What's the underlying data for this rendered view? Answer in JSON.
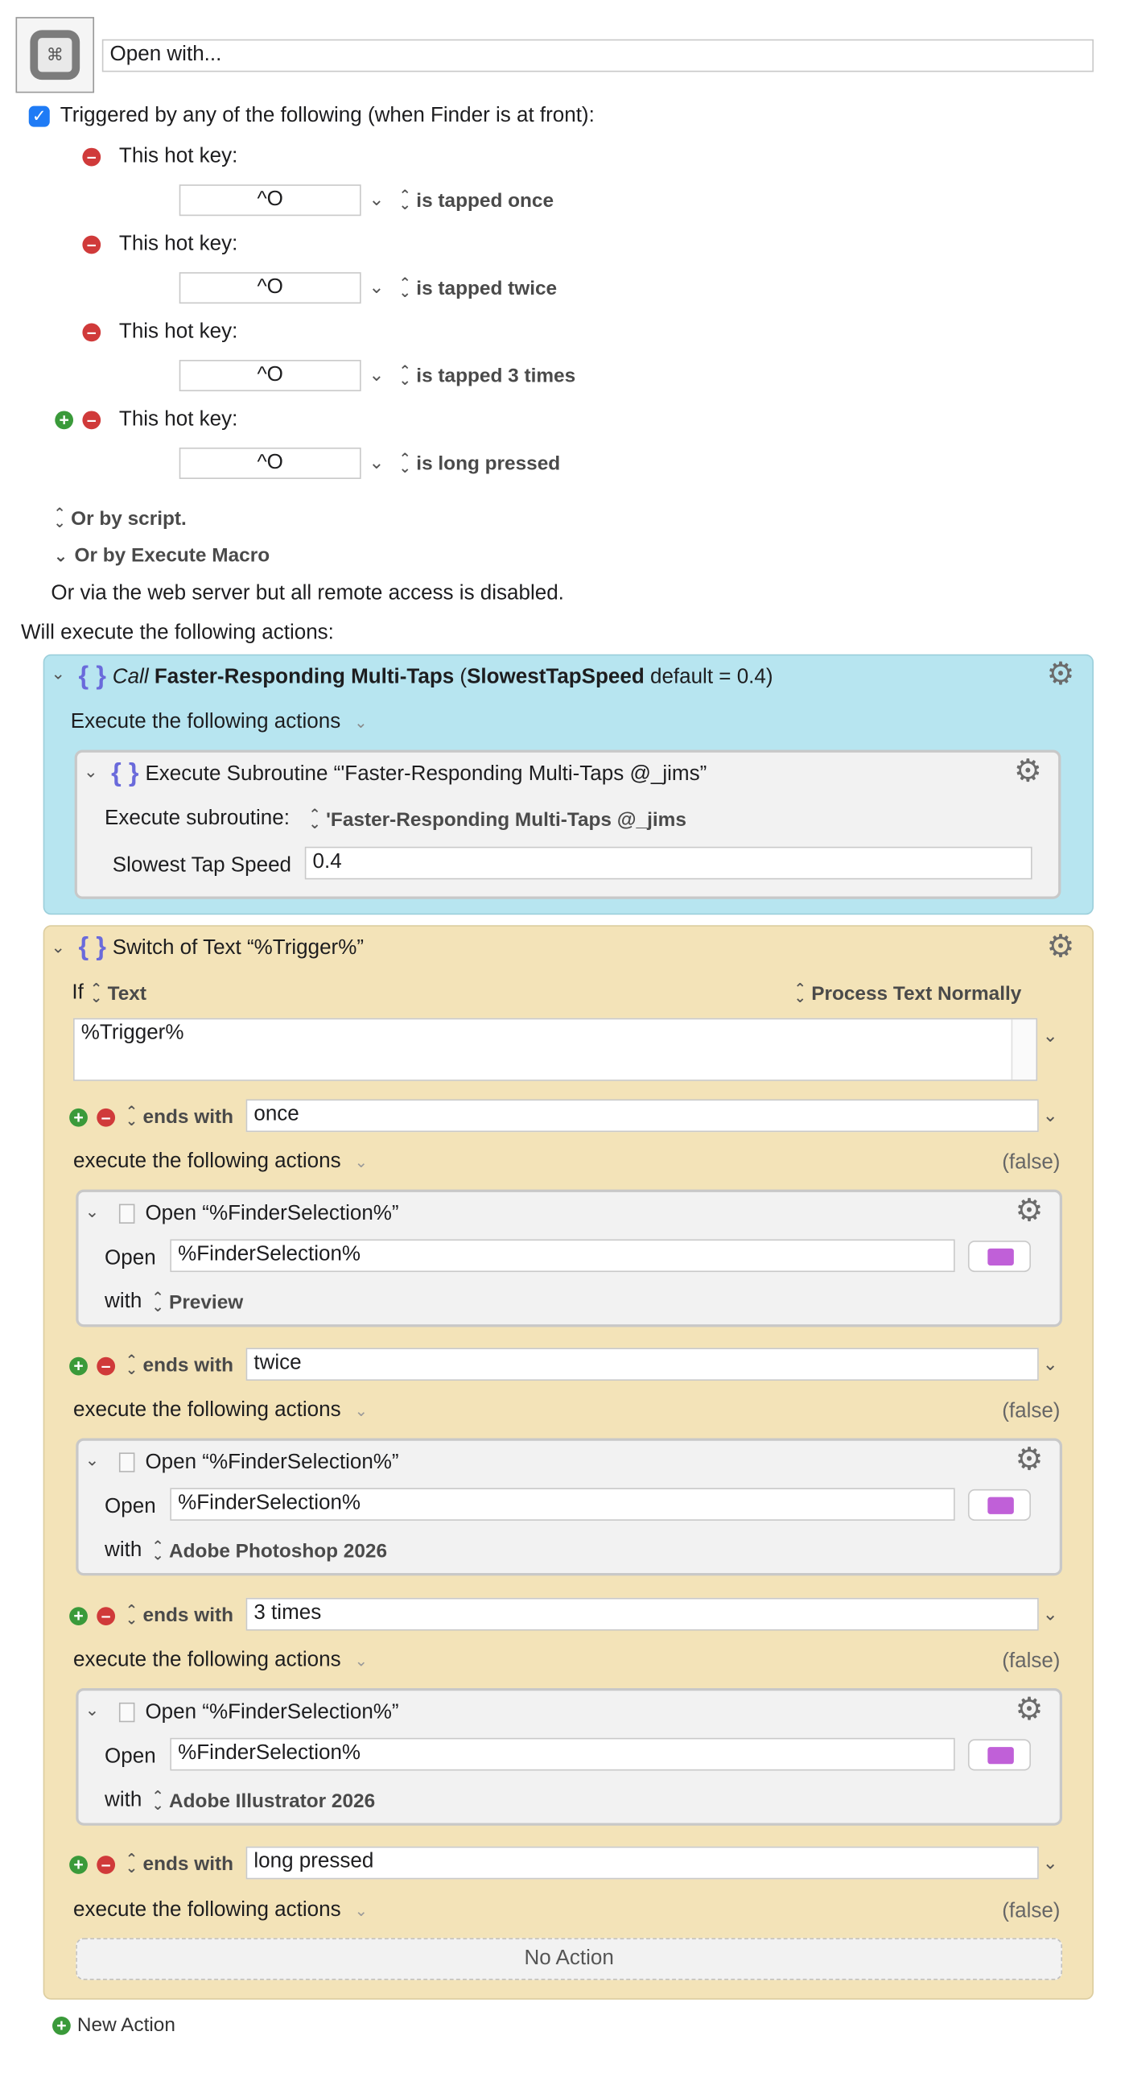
{
  "macro": {
    "name": "Open with...",
    "trigger_header": "Triggered by any of the following (when Finder is at front):"
  },
  "hotkeys": [
    {
      "label": "This hot key:",
      "key": "^O",
      "mode": "is tapped once"
    },
    {
      "label": "This hot key:",
      "key": "^O",
      "mode": "is tapped twice"
    },
    {
      "label": "This hot key:",
      "key": "^O",
      "mode": "is tapped 3 times"
    },
    {
      "label": "This hot key:",
      "key": "^O",
      "mode": "is long pressed"
    }
  ],
  "triggers": {
    "by_script": "Or by script.",
    "by_execute_macro": "Or by Execute Macro",
    "web_server": "Or via the web server but all remote access is disabled.",
    "will_execute": "Will execute the following actions:"
  },
  "call_group": {
    "call_word": "Call",
    "name": "Faster-Responding Multi-Taps",
    "open_paren": "(",
    "param": "SlowestTapSpeed",
    "default_text": "default = 0.4)",
    "execute_label": "Execute the following actions",
    "subroutine": {
      "title": "Execute Subroutine “'Faster-Responding Multi-Taps @_jims”",
      "label": "Execute subroutine:",
      "value": "'Faster-Responding Multi-Taps @_jims",
      "speed_label": "Slowest Tap Speed",
      "speed_value": "0.4"
    }
  },
  "switch_group": {
    "title": "Switch of Text “%Trigger%”",
    "if_label": "If",
    "text_label": "Text",
    "process_label": "Process Text Normally",
    "text_value": "%Trigger%",
    "cases": [
      {
        "op": "ends with",
        "value": "once",
        "execute_label": "execute the following actions",
        "false_label": "(false)",
        "action": {
          "title": "Open “%FinderSelection%”",
          "open_label": "Open",
          "open_value": "%FinderSelection%",
          "with_label": "with",
          "with_value": "Preview"
        }
      },
      {
        "op": "ends with",
        "value": "twice",
        "execute_label": "execute the following actions",
        "false_label": "(false)",
        "action": {
          "title": "Open “%FinderSelection%”",
          "open_label": "Open",
          "open_value": "%FinderSelection%",
          "with_label": "with",
          "with_value": "Adobe Photoshop 2026"
        }
      },
      {
        "op": "ends with",
        "value": "3 times",
        "execute_label": "execute the following actions",
        "false_label": "(false)",
        "action": {
          "title": "Open “%FinderSelection%”",
          "open_label": "Open",
          "open_value": "%FinderSelection%",
          "with_label": "with",
          "with_value": "Adobe Illustrator 2026"
        }
      },
      {
        "op": "ends with",
        "value": "long pressed",
        "execute_label": "execute the following actions",
        "false_label": "(false)",
        "no_action": "No Action"
      }
    ]
  },
  "new_action": "New Action",
  "colors": {
    "call_panel": "#b7e5f0",
    "switch_panel": "#f3e3b8",
    "remove": "#d03a3a",
    "add": "#3a9a3a",
    "folder": "#c060d8",
    "checkbox": "#1f7bf5",
    "braces": "#6a6adb"
  }
}
